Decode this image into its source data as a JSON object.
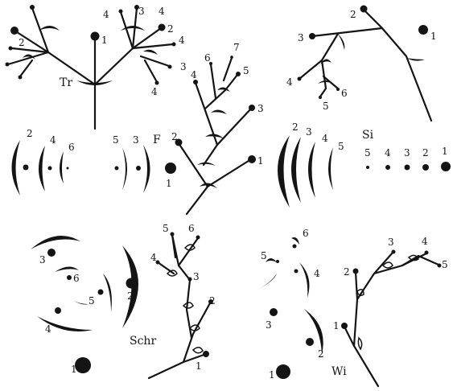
{
  "colors": {
    "ink": "#141414",
    "paper": "#ffffff"
  },
  "panels": {
    "tr": {
      "label": "Tr",
      "numbers": [
        "1",
        "2",
        "2",
        "3",
        "3",
        "4",
        "4",
        "4",
        "4"
      ]
    },
    "top_right": {
      "numbers": [
        "1",
        "2",
        "3",
        "4",
        "5",
        "6"
      ]
    },
    "f": {
      "label": "F",
      "arc_numbers": [
        "2",
        "4",
        "6",
        "5",
        "3"
      ],
      "center_number": "1",
      "branch_numbers": [
        "1",
        "2",
        "3",
        "4",
        "5",
        "6",
        "7"
      ]
    },
    "si": {
      "label": "Si",
      "arc_numbers": [
        "2",
        "3",
        "4",
        "5"
      ],
      "row_numbers": [
        "5",
        "4",
        "3",
        "2",
        "1"
      ]
    },
    "schr": {
      "label": "Schr",
      "diagram_numbers": [
        "1",
        "2",
        "3",
        "4",
        "5",
        "6"
      ],
      "branch_numbers": [
        "1",
        "2",
        "3",
        "4",
        "5",
        "6"
      ]
    },
    "wi": {
      "label": "Wi",
      "diagram_numbers": [
        "1",
        "2",
        "3",
        "4",
        "5",
        "6"
      ],
      "branch_numbers": [
        "1",
        "2",
        "3",
        "4",
        "5"
      ]
    }
  }
}
